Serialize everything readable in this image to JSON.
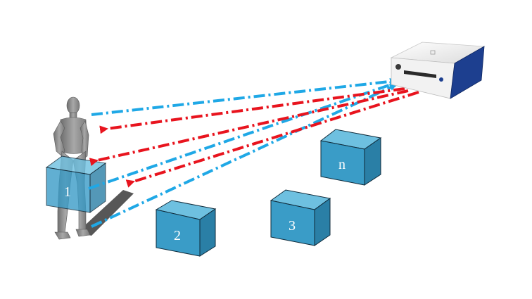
{
  "diagram": {
    "boxes": [
      {
        "id": "box-1",
        "label": "1"
      },
      {
        "id": "box-2",
        "label": "2"
      },
      {
        "id": "box-3",
        "label": "3"
      },
      {
        "id": "box-n",
        "label": "n"
      }
    ],
    "colors": {
      "box_front": "#3a9cc7",
      "box_top": "#6ec0e0",
      "box_side": "#2a7fa6",
      "box_edge": "#0f2a3a",
      "signal_outgoing": "#1fa8e6",
      "signal_return": "#e8141e",
      "device_body": "#f2f2f2",
      "device_side": "#1d3f8f",
      "person": "#8c8c8c"
    },
    "icons": {
      "device": "radar-sensor-icon",
      "person": "person-figure-icon"
    }
  }
}
